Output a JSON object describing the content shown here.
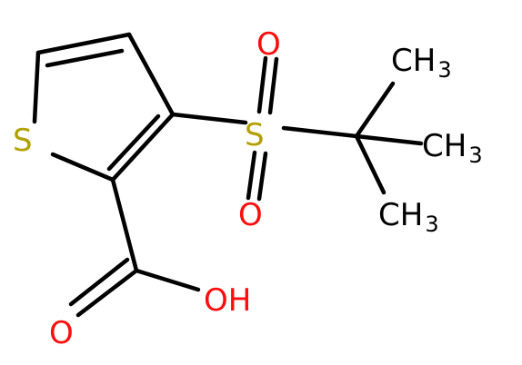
{
  "colors": {
    "carbon": "#000000",
    "oxygen": "#ff0d0d",
    "sulfur": "#b2a000",
    "background": "#ffffff"
  },
  "atoms": [
    {
      "id": "thiophene-s",
      "label": "S",
      "color_key": "sulfur"
    },
    {
      "id": "sulfonyl-s",
      "label": "S",
      "color_key": "sulfur"
    },
    {
      "id": "sulfonyl-o-top",
      "label": "O",
      "color_key": "oxygen"
    },
    {
      "id": "sulfonyl-o-bottom",
      "label": "O",
      "color_key": "oxygen"
    },
    {
      "id": "carbonyl-o",
      "label": "O",
      "color_key": "oxygen"
    },
    {
      "id": "hydroxyl",
      "label": "OH",
      "color_key": "oxygen"
    },
    {
      "id": "methyl-top",
      "label": "CH",
      "sub": "3",
      "color_key": "carbon"
    },
    {
      "id": "methyl-right",
      "label": "CH",
      "sub": "3",
      "color_key": "carbon"
    },
    {
      "id": "methyl-bottom",
      "label": "CH",
      "sub": "3",
      "color_key": "carbon"
    }
  ]
}
